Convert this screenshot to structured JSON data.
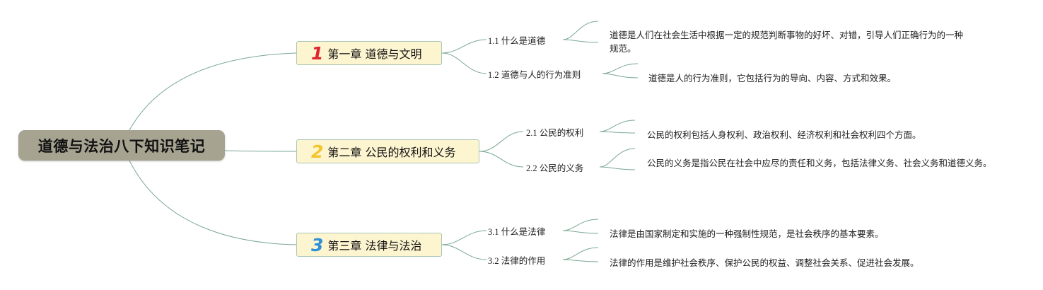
{
  "root": {
    "title": "道德与法治八下知识笔记"
  },
  "chapters": [
    {
      "num": "1",
      "num_color": "#e0242f",
      "title": "第一章 道德与文明",
      "sections": [
        {
          "title": "1.1 什么是道德",
          "text": "道德是人们在社会生活中根据一定的规范判断事物的好坏、对错，引导人们正确行为的一种规范。"
        },
        {
          "title": "1.2 道德与人的行为准则",
          "text": "道德是人的行为准则，它包括行为的导向、内容、方式和效果。"
        }
      ]
    },
    {
      "num": "2",
      "num_color": "#f3c52a",
      "title": "第二章 公民的权利和义务",
      "sections": [
        {
          "title": "2.1 公民的权利",
          "text": "公民的权利包括人身权利、政治权利、经济权利和社会权利四个方面。"
        },
        {
          "title": "2.2 公民的义务",
          "text": "公民的义务是指公民在社会中应尽的责任和义务，包括法律义务、社会义务和道德义务。"
        }
      ]
    },
    {
      "num": "3",
      "num_color": "#2f8fd8",
      "title": "第三章 法律与法治",
      "sections": [
        {
          "title": "3.1 什么是法律",
          "text": "法律是由国家制定和实施的一种强制性规范，是社会秩序的基本要素。"
        },
        {
          "title": "3.2 法律的作用",
          "text": "法律的作用是维护社会秩序、保护公民的权益、调整社会关系、促进社会发展。"
        }
      ]
    }
  ],
  "colors": {
    "line": "#7aa892",
    "root_bg": "#a6a391",
    "chapter_bg": "#fdf4d0"
  }
}
